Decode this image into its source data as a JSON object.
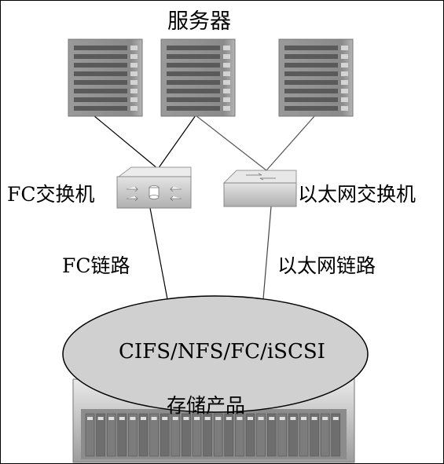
{
  "diagram": {
    "title": "服务器",
    "fc_switch": "FC交换机",
    "eth_switch": "以太网交换机",
    "fc_link": "FC链路",
    "eth_link": "以太网链路",
    "protocols": "CIFS/NFS/FC/iSCSI",
    "storage": "存储产品"
  },
  "servers": [
    {
      "icon": "server-icon"
    },
    {
      "icon": "server-icon"
    },
    {
      "icon": "server-icon"
    }
  ],
  "colors": {
    "server_body": "#8f8f8f",
    "server_slot": "#5a5a5a",
    "switch_body": "#c8c8c8",
    "cloud_fill": "#d0d0d0",
    "storage_body": "#bdbdbd"
  }
}
